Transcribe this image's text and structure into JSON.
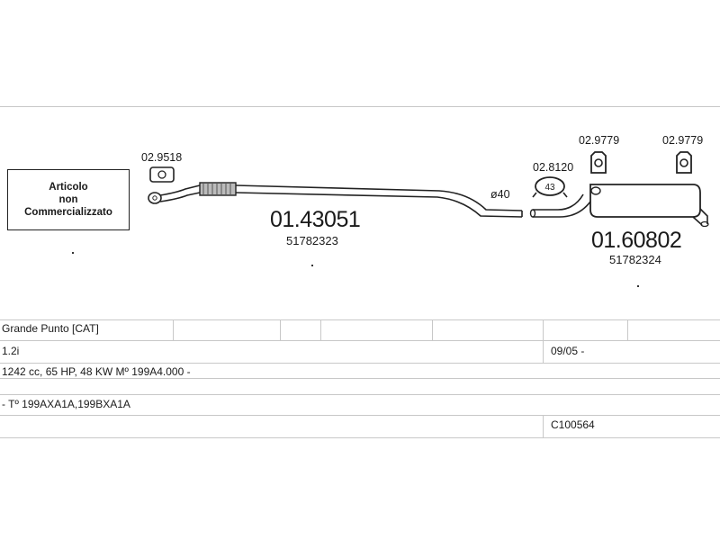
{
  "not_sold_box": {
    "line1": "Articolo",
    "line2": "non",
    "line3": "Commercializzato"
  },
  "parts": {
    "front_pipe": {
      "number": "01.43051",
      "oe": "51782323"
    },
    "rear_silencer": {
      "number": "01.60802",
      "oe": "51782324"
    },
    "gasket": {
      "code": "02.9518"
    },
    "clamp": {
      "code": "02.8120",
      "size": "43"
    },
    "hanger_1": {
      "code": "02.9779"
    },
    "hanger_2": {
      "code": "02.9779"
    }
  },
  "pipe_diameter": "ø40",
  "table": {
    "model": "Grande Punto  [CAT]",
    "engine": "1.2i",
    "date": "09/05 -",
    "spec": "1242 cc, 65 HP, 48 KW  Mº 199A4.000 -",
    "type": "- Tº 199AXA1A,199BXA1A",
    "kit_code": "C100564"
  }
}
